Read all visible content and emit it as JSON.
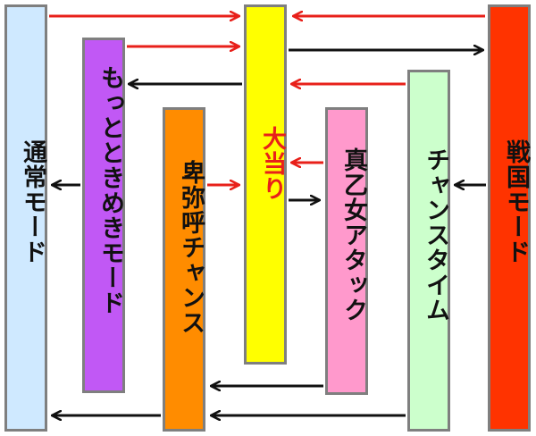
{
  "colors": {
    "red_arrow": "#e8201a",
    "black_arrow": "#111111",
    "border": "#7f7f7f"
  },
  "modes": {
    "tsujo": {
      "label": "通常モード",
      "fill": "#cfe9ff",
      "text_color": "#111111"
    },
    "mottotokimeki": {
      "label": "もっとときめきモード",
      "fill": "#c158f5",
      "text_color": "#111111"
    },
    "himiko_chance": {
      "label": "卑弥呼チャンス",
      "fill": "#ff8c00",
      "text_color": "#111111"
    },
    "oatari": {
      "label": "大当り",
      "fill": "#ffff00",
      "text_color": "#e8201a"
    },
    "maotome_attack": {
      "label": "真乙女アタック",
      "fill": "#ff99cc",
      "text_color": "#111111"
    },
    "chance_time": {
      "label": "チャンスタイム",
      "fill": "#ccffcc",
      "text_color": "#111111"
    },
    "sengoku": {
      "label": "戦国モード",
      "fill": "#ff3300",
      "text_color": "#111111"
    }
  },
  "arrows": [
    {
      "id": "tsujo-to-oatari",
      "from": "通常モード",
      "to": "大当り",
      "color": "red"
    },
    {
      "id": "sengoku-to-oatari",
      "from": "戦国モード",
      "to": "大当り",
      "color": "red"
    },
    {
      "id": "mottotokimeki-to-oatari",
      "from": "もっとときめきモード",
      "to": "大当り",
      "color": "red"
    },
    {
      "id": "oatari-to-sengoku",
      "from": "大当り",
      "to": "戦国モード",
      "color": "black"
    },
    {
      "id": "oatari-to-mottotokimeki",
      "from": "大当り",
      "to": "もっとときめきモード",
      "color": "black"
    },
    {
      "id": "chance-time-to-oatari",
      "from": "チャンスタイム",
      "to": "大当り",
      "color": "red"
    },
    {
      "id": "maotome-to-oatari",
      "from": "真乙女アタック",
      "to": "大当り",
      "color": "red"
    },
    {
      "id": "himiko-to-oatari",
      "from": "卑弥呼チャンス",
      "to": "大当り",
      "color": "red"
    },
    {
      "id": "oatari-to-maotome",
      "from": "大当り",
      "to": "真乙女アタック",
      "color": "black"
    },
    {
      "id": "mottotokimeki-to-tsujo",
      "from": "もっとときめきモード",
      "to": "通常モード",
      "color": "black"
    },
    {
      "id": "sengoku-to-chance-time",
      "from": "戦国モード",
      "to": "チャンスタイム",
      "color": "black"
    },
    {
      "id": "maotome-to-himiko",
      "from": "真乙女アタック",
      "to": "卑弥呼チャンス",
      "color": "black"
    },
    {
      "id": "chance-time-to-himiko",
      "from": "チャンスタイム",
      "to": "卑弥呼チャンス",
      "color": "black"
    },
    {
      "id": "himiko-to-tsujo",
      "from": "卑弥呼チャンス",
      "to": "通常モード",
      "color": "black"
    }
  ]
}
